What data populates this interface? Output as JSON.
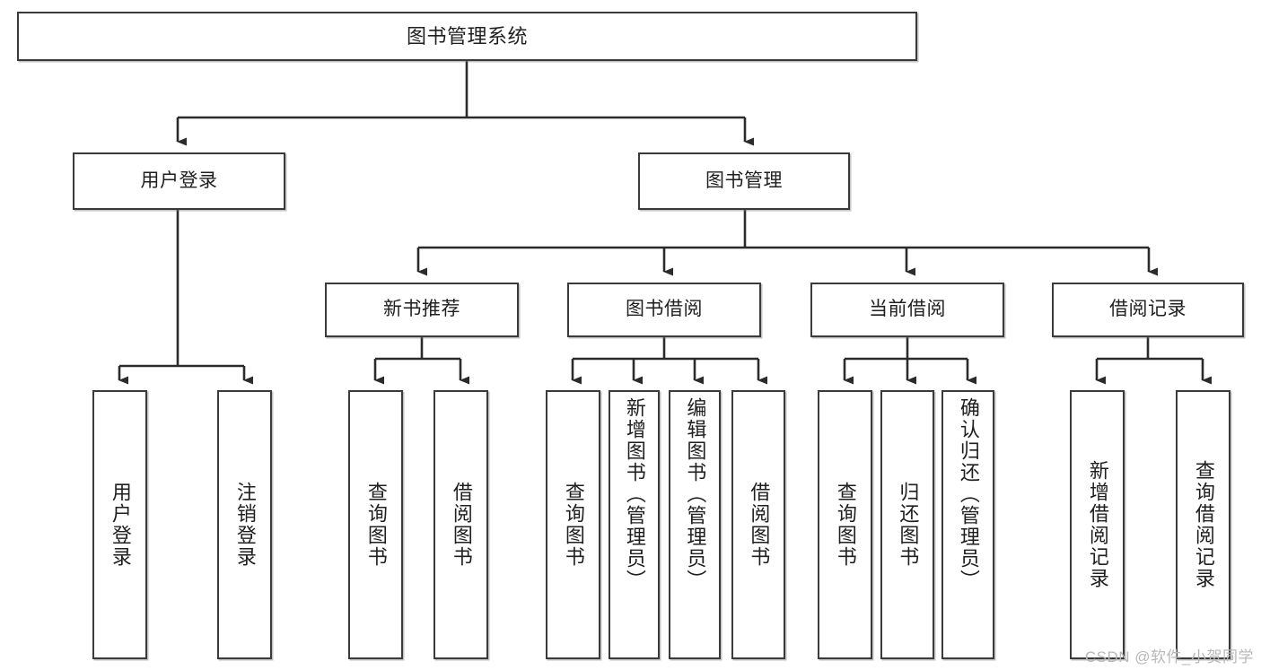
{
  "diagram": {
    "type": "tree-hierarchy",
    "title": "图书管理系统",
    "orientation": "top-down",
    "colors": {
      "box_border": "#3a3a3a",
      "box_fill": "#ffffff",
      "edge": "#2b2b2b",
      "text": "#1f1f1f",
      "watermark": "#b8b8b8"
    }
  },
  "root": {
    "label": "图书管理系统"
  },
  "level2": [
    {
      "label": "用户登录"
    },
    {
      "label": "图书管理"
    }
  ],
  "level3": [
    {
      "label": "新书推荐"
    },
    {
      "label": "图书借阅"
    },
    {
      "label": "当前借阅"
    },
    {
      "label": "借阅记录"
    }
  ],
  "leaves": {
    "user_login": [
      {
        "label": "用户登录"
      },
      {
        "label": "注销登录"
      }
    ],
    "new_book_recommend": [
      {
        "label": "查询图书"
      },
      {
        "label": "借阅图书"
      }
    ],
    "book_borrow": [
      {
        "label": "查询图书"
      },
      {
        "label": "新增图书（管理员）"
      },
      {
        "label": "编辑图书（管理员）"
      },
      {
        "label": "借阅图书"
      }
    ],
    "current_borrow": [
      {
        "label": "查询图书"
      },
      {
        "label": "归还图书"
      },
      {
        "label": "确认归还（管理员）"
      }
    ],
    "borrow_record": [
      {
        "label": "新增借阅记录"
      },
      {
        "label": "查询借阅记录"
      }
    ]
  },
  "watermark": {
    "text": "CSDN @软件_小贺同学"
  }
}
